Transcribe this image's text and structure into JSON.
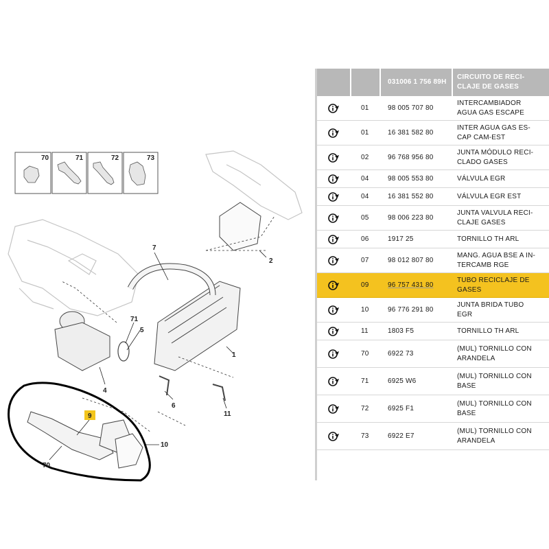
{
  "header": {
    "code": "031006 1 756 89H",
    "title": "CIRCUITO DE RECI-\nCLAJE DE GASES"
  },
  "parts": [
    {
      "ref": "01",
      "pn": "98 005 707 80",
      "desc": "INTERCAMBIADOR\nAGUA GAS ESCAPE",
      "highlight": false
    },
    {
      "ref": "01",
      "pn": "16 381 582 80",
      "desc": "INTER AGUA GAS ES-\nCAP CAM-EST",
      "highlight": false
    },
    {
      "ref": "02",
      "pn": "96 768 956 80",
      "desc": "JUNTA MÓDULO RECI-\nCLADO GASES",
      "highlight": false
    },
    {
      "ref": "04",
      "pn": "98 005 553 80",
      "desc": "VÁLVULA EGR",
      "highlight": false
    },
    {
      "ref": "04",
      "pn": "16 381 552 80",
      "desc": "VÁLVULA EGR EST",
      "highlight": false
    },
    {
      "ref": "05",
      "pn": "98 006 223 80",
      "desc": "JUNTA VALVULA RECI-\nCLAJE GASES",
      "highlight": false
    },
    {
      "ref": "06",
      "pn": "1917 25",
      "desc": "TORNILLO TH ARL",
      "highlight": false
    },
    {
      "ref": "07",
      "pn": "98 012 807 80",
      "desc": "MANG. AGUA BSE A IN-\nTERCAMB RGE",
      "highlight": false
    },
    {
      "ref": "09",
      "pn": "96 757 431 80",
      "desc": "TUBO RECICLAJE DE\nGASES",
      "highlight": true
    },
    {
      "ref": "10",
      "pn": "96 776 291 80",
      "desc": "JUNTA BRIDA TUBO\nEGR",
      "highlight": false
    },
    {
      "ref": "11",
      "pn": "1803 F5",
      "desc": "TORNILLO TH ARL",
      "highlight": false
    },
    {
      "ref": "70",
      "pn": "6922 73",
      "desc": "(MUL) TORNILLO CON\nARANDELA",
      "highlight": false
    },
    {
      "ref": "71",
      "pn": "6925 W6",
      "desc": "(MUL) TORNILLO CON\nBASE",
      "highlight": false
    },
    {
      "ref": "72",
      "pn": "6925 F1",
      "desc": "(MUL) TORNILLO CON\nBASE",
      "highlight": false
    },
    {
      "ref": "73",
      "pn": "6922 E7",
      "desc": "(MUL) TORNILLO CON\nARANDELA",
      "highlight": false
    }
  ],
  "colors": {
    "highlight": "#f4c21f",
    "header": "#b8b8b8",
    "callout_yellow": "#f3c51c"
  },
  "diagram": {
    "fasteners": [
      "70",
      "71",
      "72",
      "73"
    ],
    "callouts": {
      "c1": "1",
      "c2": "2",
      "c4": "4",
      "c5": "5",
      "c6": "6",
      "c7": "7",
      "c9": "9",
      "c10": "10",
      "c11": "11",
      "c70": "70",
      "c71": "71"
    }
  },
  "icons": {
    "row_action": "info-cursor-icon"
  }
}
